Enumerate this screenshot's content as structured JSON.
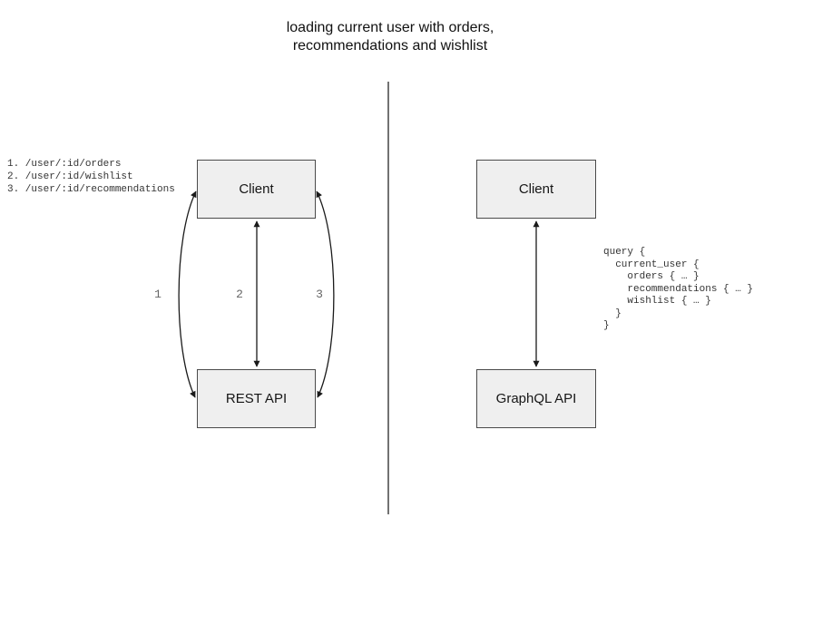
{
  "title": "loading current user with orders,\nrecommendations and wishlist",
  "colors": {
    "background": "#ffffff",
    "box_fill": "#efefef",
    "box_border": "#4a4a4a",
    "arrow": "#1a1a1a",
    "divider": "#4f4f4f",
    "arrow_label_text": "#666666",
    "code_text": "#333333",
    "title_text": "#111111"
  },
  "left_diagram": {
    "client_label": "Client",
    "api_label": "REST API",
    "endpoints": "1. /user/:id/orders\n2. /user/:id/wishlist\n3. /user/:id/recommendations",
    "arrow_labels": [
      "1",
      "2",
      "3"
    ]
  },
  "right_diagram": {
    "client_label": "Client",
    "api_label": "GraphQL API",
    "query": "query {\n  current_user {\n    orders { … }\n    recommendations { … }\n    wishlist { … }\n  }\n}"
  }
}
